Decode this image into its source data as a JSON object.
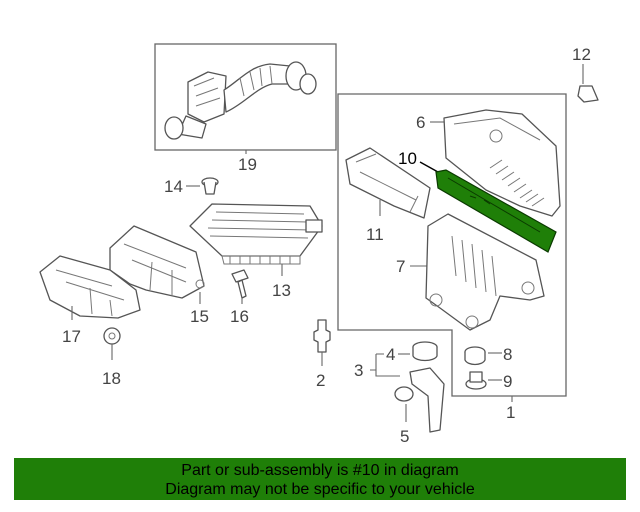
{
  "callouts": {
    "c1": "1",
    "c2": "2",
    "c3": "3",
    "c4": "4",
    "c5": "5",
    "c6": "6",
    "c7": "7",
    "c8": "8",
    "c9": "9",
    "c10": "10",
    "c11": "11",
    "c12": "12",
    "c13": "13",
    "c14": "14",
    "c15": "15",
    "c16": "16",
    "c17": "17",
    "c18": "18",
    "c19": "19"
  },
  "highlight_part": "10",
  "colors": {
    "highlight": "#1f7f08",
    "banner_bg": "#1f7f08",
    "line": "#555555"
  },
  "banner": {
    "line1": "Part or sub-assembly is #10 in diagram",
    "line2": "Diagram may not be specific to your vehicle"
  }
}
